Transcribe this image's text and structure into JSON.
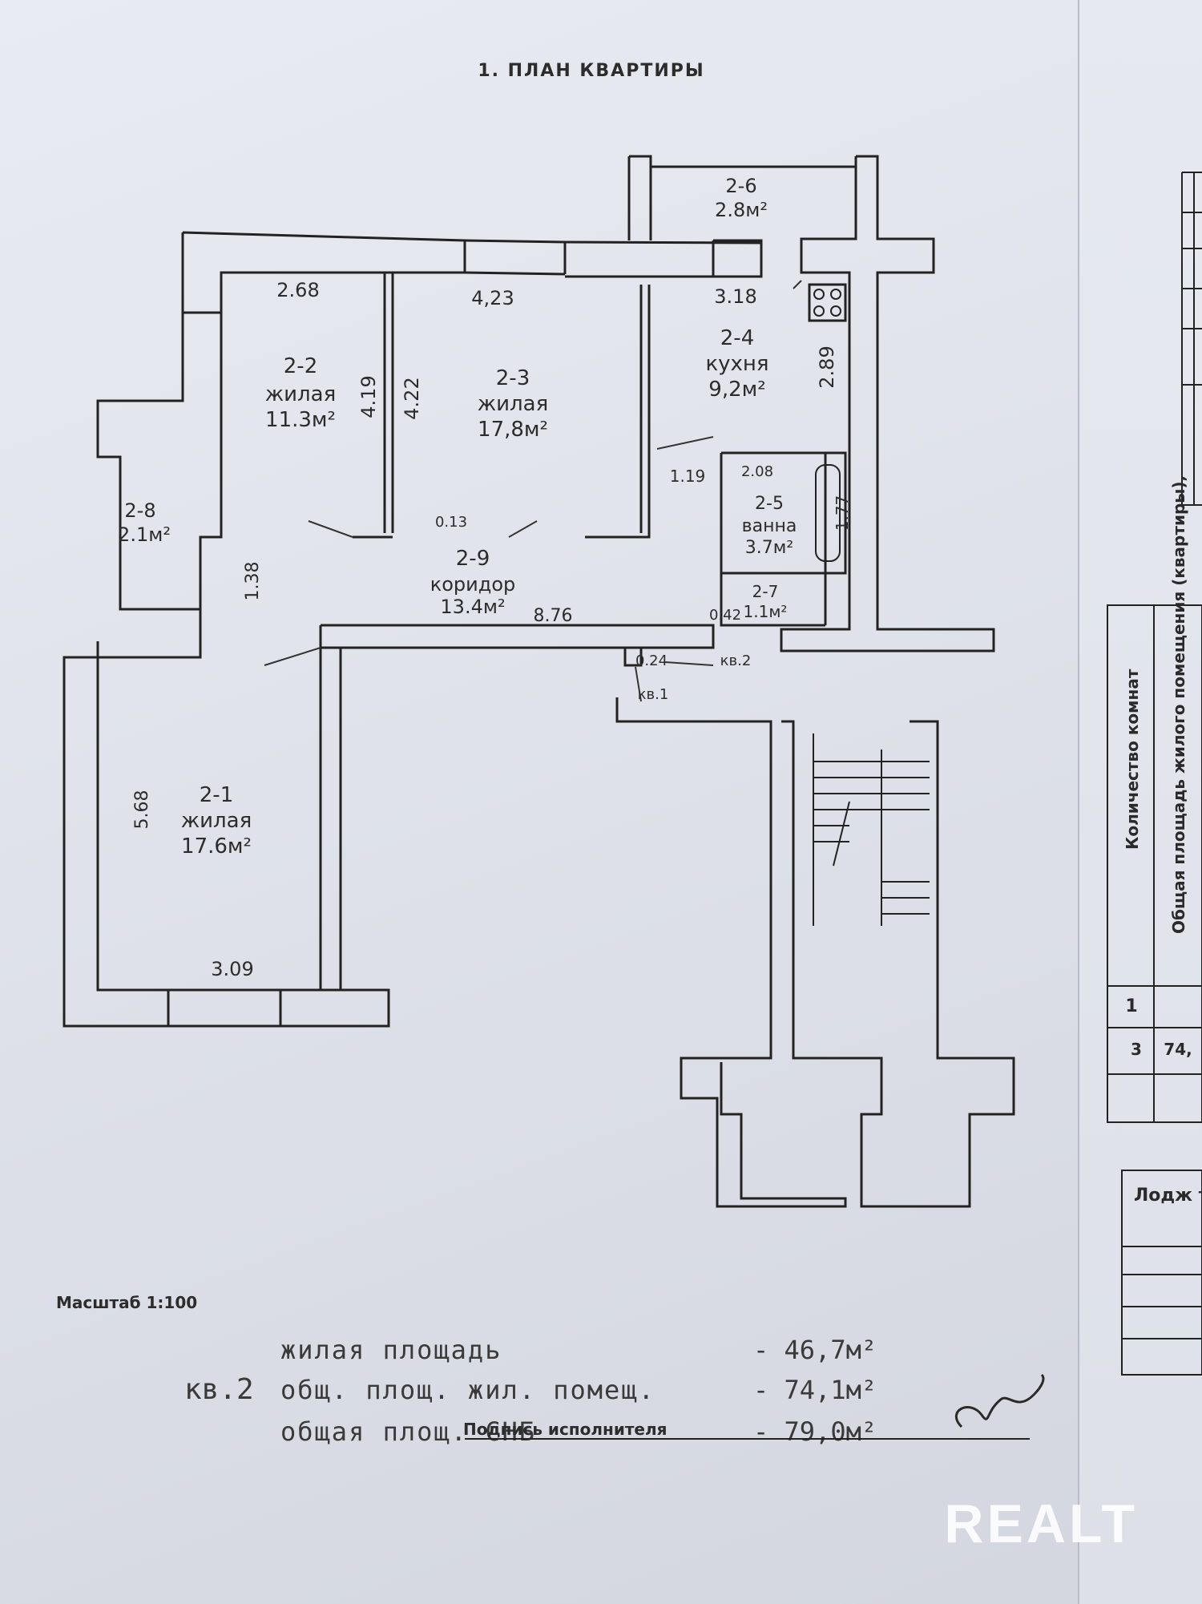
{
  "header": {
    "title": "1.  ПЛАН КВАРТИРЫ"
  },
  "rooms": [
    {
      "id": "2-1",
      "type": "жилая",
      "area": "17.6м²"
    },
    {
      "id": "2-2",
      "type": "жилая",
      "area": "11.3м²"
    },
    {
      "id": "2-3",
      "type": "жилая",
      "area": "17,8м²"
    },
    {
      "id": "2-4",
      "type": "кухня",
      "area": "9,2м²"
    },
    {
      "id": "2-5",
      "type": "ванна",
      "area": "3.7м²"
    },
    {
      "id": "2-6",
      "area": "2.8м²"
    },
    {
      "id": "2-7",
      "area": "1.1м²"
    },
    {
      "id": "2-8",
      "area": "2.1м²"
    },
    {
      "id": "2-9",
      "type": "коридор",
      "area": "13.4м²"
    }
  ],
  "dimensions": {
    "r22_width": "2.68",
    "r23_width": "4,23",
    "r24_width": "3.18",
    "r22_height": "4.19",
    "r23_height": "4.22",
    "r24_height": "2.89",
    "r25_width": "2.08",
    "r25_height": "1.77",
    "r21_height": "5.68",
    "r21_width": "3.09",
    "corridor_width": "8.76",
    "corridor_step": "1.38",
    "door_gap": "0.13",
    "bath_offset": "1.19",
    "wc_offset": "0.42",
    "stair_offset": "0.24"
  },
  "labels": {
    "apt2": "кв.2",
    "apt1": "кв.1"
  },
  "scale": "Масштаб 1:100",
  "summary": {
    "apartment": "кв.2",
    "rows": [
      {
        "label": "жилая площадь",
        "value": "- 46,7м²"
      },
      {
        "label": "общ. площ. жил. помещ.",
        "value": "- 74,1м²"
      },
      {
        "label": "общая площ. СНБ",
        "value": "- 79,0м²"
      }
    ],
    "signature_label": "Подпись исполнителя"
  },
  "side_table": {
    "col1_header": "Количество комнат",
    "col2_header": "Общая площадь жилого помещения (квартиры),",
    "row_nums": [
      "1",
      "3"
    ],
    "row_value": "74,",
    "loggia": "Лодж терра"
  },
  "watermark": "REALT"
}
